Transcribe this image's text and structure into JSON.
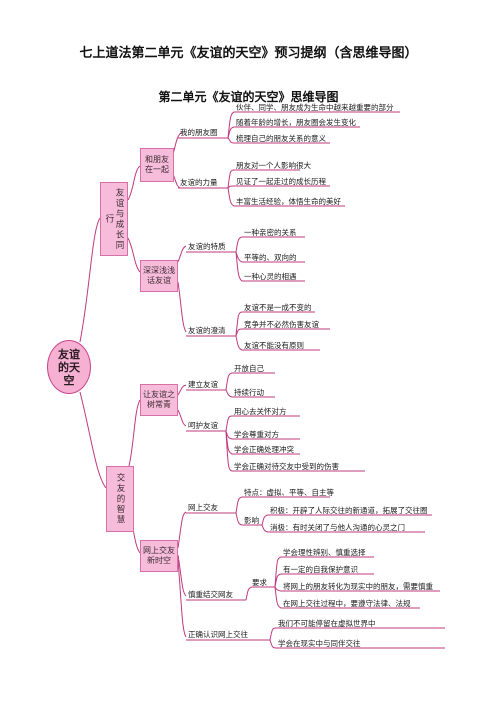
{
  "doc_title": "七上道法第二单元《友谊的天空》预习提纲（含思维导图）",
  "map_title": "第二单元《友谊的天空》思维导图",
  "root": "友谊的天空",
  "branches": {
    "b1": "友谊与成长同行",
    "b2": "交友的智慧"
  },
  "sub": {
    "s1": "和朋友在一起",
    "s2": "深深浅浅话友谊",
    "s3": "让友谊之树常青",
    "s4": "网上交友新时空"
  },
  "nodes": {
    "n1": "我的朋友圈",
    "n1a": "伙伴、同学、朋友成为生命中越来越重要的部分",
    "n1b": "随着年龄的增长，朋友圈会发生变化",
    "n1c": "梳理自己的朋友关系的意义",
    "n2": "友谊的力量",
    "n2a": "朋友对一个人影响很大",
    "n2b": "见证了一起走过的成长历程",
    "n2c": "丰富生活经验，体悟生命的美好",
    "n3": "友谊的特质",
    "n3a": "一种亲密的关系",
    "n3b": "平等的、双向的",
    "n3c": "一种心灵的相遇",
    "n4": "友谊的澄清",
    "n4a": "友谊不是一成不变的",
    "n4b": "竞争并不必然伤害友谊",
    "n4c": "友谊不能没有原则",
    "n5": "建立友谊",
    "n5a": "开放自己",
    "n5b": "持续行动",
    "n6": "呵护友谊",
    "n6a": "用心去关怀对方",
    "n6b": "学会尊重对方",
    "n6c": "学会正确处理冲突",
    "n6d": "学会正确对待交友中受到的伤害",
    "n7": "网上交友",
    "n7a": "特点：虚拟、平等、自主等",
    "n7b": "影响",
    "n7b1": "积极：开辟了人际交往的新通道，拓展了交往圈",
    "n7b2": "消极：有时关闭了与他人沟通的心灵之门",
    "n8": "慎重结交网友",
    "n8a": "要求",
    "n8a1": "学会理性辨别、慎重选择",
    "n8a2": "有一定的自我保护意识",
    "n8a3": "将网上的朋友转化为现实中的朋友，需要慎重",
    "n8a4": "在网上交往过程中，要遵守法律、法规",
    "n9": "正确认识网上交往",
    "n9a": "我们不可能停留在虚拟世界中",
    "n9b": "学会在现实中与同伴交往"
  },
  "colors": {
    "line": "#c0397f",
    "fill": "#f7bcd9",
    "border": "#d670a6"
  }
}
